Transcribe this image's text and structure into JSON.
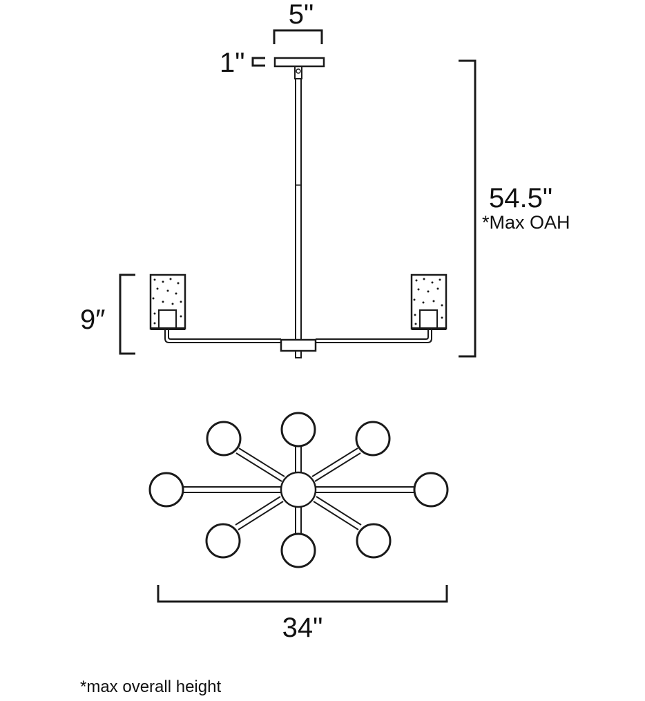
{
  "dimensions": {
    "canopy_width": "5\"",
    "canopy_height": "1\"",
    "max_height": "54.5\"",
    "max_height_note": "*Max OAH",
    "shade_height": "9″",
    "overall_width": "34\""
  },
  "footnote": "*max overall height",
  "colors": {
    "line": "#1a1a1a",
    "background": "#ffffff"
  }
}
